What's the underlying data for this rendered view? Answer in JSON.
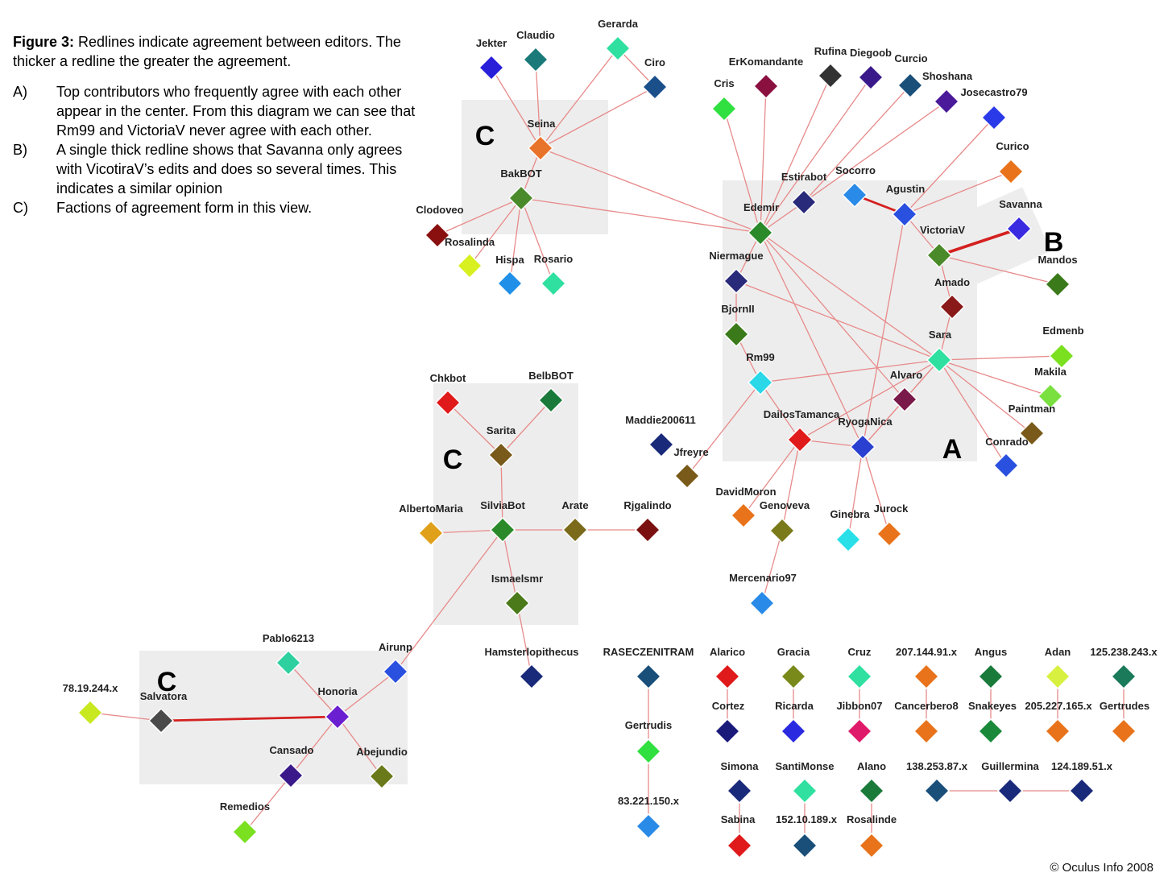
{
  "caption": {
    "figure_label": "Figure 3:",
    "figure_text": "Redlines indicate agreement between editors. The thicker a redline the greater the agreement.",
    "items": [
      {
        "key": "A)",
        "text": "Top contributors who frequently agree with each other appear in the center. From this diagram we can see that Rm99 and VictoriaV never agree with each other."
      },
      {
        "key": "B)",
        "text": "A single thick redline shows that Savanna only agrees with VicotiraV’s edits and does so several times. This indicates a similar opinion"
      },
      {
        "key": "C)",
        "text": "Factions of agreement form in this view."
      }
    ]
  },
  "copyright": "© Oculus Info 2008",
  "groups": [
    {
      "id": "C1",
      "letter": "C"
    },
    {
      "id": "C2",
      "letter": "C"
    },
    {
      "id": "C3",
      "letter": "C"
    },
    {
      "id": "A",
      "letter": "A"
    },
    {
      "id": "B",
      "letter": "B"
    }
  ],
  "colors": {
    "edge": "#e88a8a",
    "edge_thick": "#d42020",
    "group_bg": "#ededed"
  },
  "nodes": [
    {
      "id": "Jekter",
      "label": "Jekter",
      "color": "#2a1fd9"
    },
    {
      "id": "Claudio",
      "label": "Claudio",
      "color": "#1a7a7a"
    },
    {
      "id": "Gerarda",
      "label": "Gerarda",
      "color": "#2fe0a0"
    },
    {
      "id": "Ciro",
      "label": "Ciro",
      "color": "#1a4f8a"
    },
    {
      "id": "Seina",
      "label": "Seina",
      "color": "#e8732a"
    },
    {
      "id": "BakBOT",
      "label": "BakBOT",
      "color": "#4a8a2a"
    },
    {
      "id": "Clodoveo",
      "label": "Clodoveo",
      "color": "#8a1010"
    },
    {
      "id": "Rosalinda",
      "label": "Rosalinda",
      "color": "#d8f020"
    },
    {
      "id": "Hispa",
      "label": "Hispa",
      "color": "#1f8fe8"
    },
    {
      "id": "Rosario",
      "label": "Rosario",
      "color": "#2fe0a0"
    },
    {
      "id": "ErKomandante",
      "label": "ErKomandante",
      "color": "#8a1040"
    },
    {
      "id": "Rufina",
      "label": "Rufina",
      "color": "#333333"
    },
    {
      "id": "Diegoob",
      "label": "Diegoob",
      "color": "#3a1a8a"
    },
    {
      "id": "Curcio",
      "label": "Curcio",
      "color": "#1a4f7a"
    },
    {
      "id": "Cris",
      "label": "Cris",
      "color": "#2fe040"
    },
    {
      "id": "Shoshana",
      "label": "Shoshana",
      "color": "#4a1a9a"
    },
    {
      "id": "Josecastro79",
      "label": "Josecastro79",
      "color": "#2a3ae8"
    },
    {
      "id": "Curico",
      "label": "Curico",
      "color": "#e8731a"
    },
    {
      "id": "Estirabot",
      "label": "Estirabot",
      "color": "#2a2a7a"
    },
    {
      "id": "Socorro",
      "label": "Socorro",
      "color": "#2a8ae8"
    },
    {
      "id": "Agustin",
      "label": "Agustin",
      "color": "#2a50e0"
    },
    {
      "id": "Edemir",
      "label": "Edemir",
      "color": "#2a8a2a"
    },
    {
      "id": "Savanna",
      "label": "Savanna",
      "color": "#3a2ae0"
    },
    {
      "id": "VictoriaV",
      "label": "VictoriaV",
      "color": "#4a8a2a"
    },
    {
      "id": "Mandos",
      "label": "Mandos",
      "color": "#3a7a1a"
    },
    {
      "id": "Niermague",
      "label": "Niermague",
      "color": "#2a2a7a"
    },
    {
      "id": "Amado",
      "label": "Amado",
      "color": "#8a1a1a"
    },
    {
      "id": "BjornII",
      "label": "BjornII",
      "color": "#3a7a1a"
    },
    {
      "id": "Sara",
      "label": "Sara",
      "color": "#2fe0a0"
    },
    {
      "id": "Edmenb",
      "label": "Edmenb",
      "color": "#7ae020"
    },
    {
      "id": "Rm99",
      "label": "Rm99",
      "color": "#2ad8e8"
    },
    {
      "id": "Makila",
      "label": "Makila",
      "color": "#7ae040"
    },
    {
      "id": "Alvaro",
      "label": "Alvaro",
      "color": "#7a1a4a"
    },
    {
      "id": "Paintman",
      "label": "Paintman",
      "color": "#7a5a1a"
    },
    {
      "id": "Maddie200611",
      "label": "Maddie200611",
      "color": "#1a2a7a"
    },
    {
      "id": "DailosTamanca",
      "label": "DailosTamanca",
      "color": "#e01a1a"
    },
    {
      "id": "RyogaNica",
      "label": "RyogaNica",
      "color": "#2a40d0"
    },
    {
      "id": "Conrado",
      "label": "Conrado",
      "color": "#2a50e0"
    },
    {
      "id": "Jfreyre",
      "label": "Jfreyre",
      "color": "#7a5a1a"
    },
    {
      "id": "DavidMoron",
      "label": "DavidMoron",
      "color": "#e8731a"
    },
    {
      "id": "Genoveva",
      "label": "Genoveva",
      "color": "#7a7a1a"
    },
    {
      "id": "Ginebra",
      "label": "Ginebra",
      "color": "#2ae0e8"
    },
    {
      "id": "Jurock",
      "label": "Jurock",
      "color": "#e8731a"
    },
    {
      "id": "Mercenario97",
      "label": "Mercenario97",
      "color": "#2a8ae8"
    },
    {
      "id": "Chkbot",
      "label": "Chkbot",
      "color": "#e01a1a"
    },
    {
      "id": "BelbBOT",
      "label": "BelbBOT",
      "color": "#1a7a3a"
    },
    {
      "id": "Sarita",
      "label": "Sarita",
      "color": "#7a5a1a"
    },
    {
      "id": "AlbertoMaria",
      "label": "AlbertoMaria",
      "color": "#e0a01a"
    },
    {
      "id": "SilviaBot",
      "label": "SilviaBot",
      "color": "#2a8a2a"
    },
    {
      "id": "Arate",
      "label": "Arate",
      "color": "#7a6a1a"
    },
    {
      "id": "Rjgalindo",
      "label": "Rjgalindo",
      "color": "#7a1010"
    },
    {
      "id": "Ismaelsmr",
      "label": "Ismaelsmr",
      "color": "#4a7a1a"
    },
    {
      "id": "Hamsterlopithecus",
      "label": "Hamsterlopithecus",
      "color": "#1a2a7a"
    },
    {
      "id": "Pablo6213",
      "label": "Pablo6213",
      "color": "#2fd0a0"
    },
    {
      "id": "Airunp",
      "label": "Airunp",
      "color": "#2a50e0"
    },
    {
      "id": "78.19.244.x",
      "label": "78.19.244.x",
      "color": "#c8e820"
    },
    {
      "id": "Salvatora",
      "label": "Salvatora",
      "color": "#4a4a4a"
    },
    {
      "id": "Honoria",
      "label": "Honoria",
      "color": "#6a20d0"
    },
    {
      "id": "Cansado",
      "label": "Cansado",
      "color": "#3a1a8a"
    },
    {
      "id": "Abejundio",
      "label": "Abejundio",
      "color": "#6a7a1a"
    },
    {
      "id": "Remedios",
      "label": "Remedios",
      "color": "#7ae020"
    },
    {
      "id": "RASECZENITRAM",
      "label": "RASECZENITRAM",
      "color": "#1a4f7a"
    },
    {
      "id": "Gertrudis",
      "label": "Gertrudis",
      "color": "#2fe040"
    },
    {
      "id": "83.221.150.x",
      "label": "83.221.150.x",
      "color": "#2a8ae8"
    },
    {
      "id": "Alarico",
      "label": "Alarico",
      "color": "#e01a1a"
    },
    {
      "id": "Cortez",
      "label": "Cortez",
      "color": "#1a1a7a"
    },
    {
      "id": "Gracia",
      "label": "Gracia",
      "color": "#7a8a1a"
    },
    {
      "id": "Ricarda",
      "label": "Ricarda",
      "color": "#2a2ae0"
    },
    {
      "id": "Cruz",
      "label": "Cruz",
      "color": "#2fe0a0"
    },
    {
      "id": "Jibbon07",
      "label": "Jibbon07",
      "color": "#e01a6a"
    },
    {
      "id": "207.144.91.x",
      "label": "207.144.91.x",
      "color": "#e8731a"
    },
    {
      "id": "Cancerbero8",
      "label": "Cancerbero8",
      "color": "#e8731a"
    },
    {
      "id": "Angus",
      "label": "Angus",
      "color": "#1a7a3a"
    },
    {
      "id": "Snakeyes",
      "label": "Snakeyes",
      "color": "#1a8a3a"
    },
    {
      "id": "Adan",
      "label": "Adan",
      "color": "#d8f040"
    },
    {
      "id": "205.227.165.x",
      "label": "205.227.165.x",
      "color": "#e8731a"
    },
    {
      "id": "125.238.243.x",
      "label": "125.238.243.x",
      "color": "#1a7a5a"
    },
    {
      "id": "Gertrudes",
      "label": "Gertrudes",
      "color": "#e8731a"
    },
    {
      "id": "Simona",
      "label": "Simona",
      "color": "#1a2a7a"
    },
    {
      "id": "Sabina",
      "label": "Sabina",
      "color": "#e01a1a"
    },
    {
      "id": "SantiMonse",
      "label": "SantiMonse",
      "color": "#2fe0a0"
    },
    {
      "id": "152.10.189.x",
      "label": "152.10.189.x",
      "color": "#1a4f7a"
    },
    {
      "id": "Alano",
      "label": "Alano",
      "color": "#1a7a3a"
    },
    {
      "id": "Rosalinde",
      "label": "Rosalinde",
      "color": "#e8731a"
    },
    {
      "id": "138.253.87.x",
      "label": "138.253.87.x",
      "color": "#1a4f7a"
    },
    {
      "id": "Guillermina",
      "label": "Guillermina",
      "color": "#1a2a7a"
    },
    {
      "id": "124.189.51.x",
      "label": "124.189.51.x",
      "color": "#1a2a7a"
    }
  ],
  "edges": [
    [
      "Jekter",
      "Seina",
      1
    ],
    [
      "Claudio",
      "Seina",
      1
    ],
    [
      "Gerarda",
      "Seina",
      1
    ],
    [
      "Gerarda",
      "Ciro",
      1
    ],
    [
      "Ciro",
      "Seina",
      1
    ],
    [
      "Seina",
      "BakBOT",
      1
    ],
    [
      "BakBOT",
      "Clodoveo",
      1
    ],
    [
      "BakBOT",
      "Rosalinda",
      1
    ],
    [
      "BakBOT",
      "Hispa",
      1
    ],
    [
      "BakBOT",
      "Rosario",
      1
    ],
    [
      "BakBOT",
      "Edemir",
      1
    ],
    [
      "Seina",
      "Edemir",
      1
    ],
    [
      "Cris",
      "Edemir",
      1
    ],
    [
      "ErKomandante",
      "Edemir",
      1
    ],
    [
      "Rufina",
      "Edemir",
      1
    ],
    [
      "Diegoob",
      "Edemir",
      1
    ],
    [
      "Curcio",
      "Estirabot",
      1
    ],
    [
      "Shoshana",
      "Estirabot",
      1
    ],
    [
      "Estirabot",
      "Edemir",
      1
    ],
    [
      "Socorro",
      "Agustin",
      3
    ],
    [
      "Agustin",
      "Josecastro79",
      1
    ],
    [
      "Agustin",
      "Curico",
      1
    ],
    [
      "Agustin",
      "VictoriaV",
      1
    ],
    [
      "Savanna",
      "VictoriaV",
      4
    ],
    [
      "VictoriaV",
      "Mandos",
      1
    ],
    [
      "VictoriaV",
      "Amado",
      1
    ],
    [
      "Amado",
      "Sara",
      1
    ],
    [
      "Edemir",
      "Niermague",
      1
    ],
    [
      "Niermague",
      "BjornII",
      1
    ],
    [
      "BjornII",
      "Rm99",
      1
    ],
    [
      "Edemir",
      "Sara",
      1
    ],
    [
      "Edemir",
      "RyogaNica",
      1
    ],
    [
      "Edemir",
      "Alvaro",
      1
    ],
    [
      "Niermague",
      "Sara",
      1
    ],
    [
      "Rm99",
      "Sara",
      1
    ],
    [
      "Rm99",
      "DailosTamanca",
      1
    ],
    [
      "Rm99",
      "Jfreyre",
      1
    ],
    [
      "Sara",
      "Edmenb",
      1
    ],
    [
      "Sara",
      "Makila",
      1
    ],
    [
      "Sara",
      "Paintman",
      1
    ],
    [
      "Sara",
      "Conrado",
      1
    ],
    [
      "Sara",
      "Alvaro",
      1
    ],
    [
      "Sara",
      "RyogaNica",
      1
    ],
    [
      "Sara",
      "DailosTamanca",
      1
    ],
    [
      "Agustin",
      "RyogaNica",
      1
    ],
    [
      "DailosTamanca",
      "RyogaNica",
      1
    ],
    [
      "DailosTamanca",
      "DavidMoron",
      1
    ],
    [
      "DailosTamanca",
      "Genoveva",
      1
    ],
    [
      "Genoveva",
      "Mercenario97",
      1
    ],
    [
      "RyogaNica",
      "Ginebra",
      1
    ],
    [
      "RyogaNica",
      "Jurock",
      1
    ],
    [
      "Alvaro",
      "RyogaNica",
      1
    ],
    [
      "Chkbot",
      "Sarita",
      1
    ],
    [
      "BelbBOT",
      "Sarita",
      1
    ],
    [
      "Sarita",
      "SilviaBot",
      1
    ],
    [
      "AlbertoMaria",
      "SilviaBot",
      1
    ],
    [
      "SilviaBot",
      "Arate",
      1
    ],
    [
      "Arate",
      "Rjgalindo",
      1
    ],
    [
      "SilviaBot",
      "Ismaelsmr",
      1
    ],
    [
      "Ismaelsmr",
      "Hamsterlopithecus",
      1
    ],
    [
      "SilviaBot",
      "Airunp",
      1
    ],
    [
      "Airunp",
      "Honoria",
      1
    ],
    [
      "Pablo6213",
      "Honoria",
      1
    ],
    [
      "78.19.244.x",
      "Salvatora",
      1
    ],
    [
      "Salvatora",
      "Honoria",
      3
    ],
    [
      "Honoria",
      "Cansado",
      1
    ],
    [
      "Honoria",
      "Abejundio",
      1
    ],
    [
      "Cansado",
      "Remedios",
      1
    ],
    [
      "RASECZENITRAM",
      "Gertrudis",
      1
    ],
    [
      "Gertrudis",
      "83.221.150.x",
      1
    ],
    [
      "Alarico",
      "Cortez",
      1
    ],
    [
      "Gracia",
      "Ricarda",
      1
    ],
    [
      "Cruz",
      "Jibbon07",
      1
    ],
    [
      "207.144.91.x",
      "Cancerbero8",
      1
    ],
    [
      "Angus",
      "Snakeyes",
      1
    ],
    [
      "Adan",
      "205.227.165.x",
      1
    ],
    [
      "125.238.243.x",
      "Gertrudes",
      1
    ],
    [
      "Simona",
      "Sabina",
      1
    ],
    [
      "SantiMonse",
      "152.10.189.x",
      1
    ],
    [
      "Alano",
      "Rosalinde",
      1
    ],
    [
      "138.253.87.x",
      "Guillermina",
      1
    ],
    [
      "Guillermina",
      "124.189.51.x",
      1
    ]
  ]
}
